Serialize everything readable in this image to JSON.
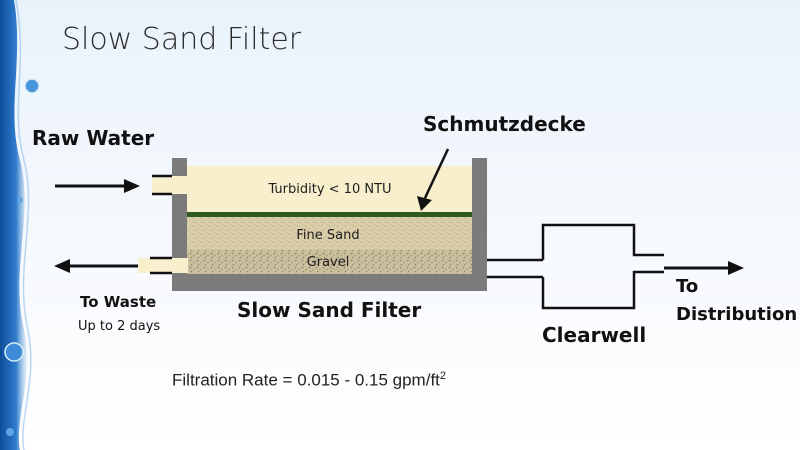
{
  "slide": {
    "title": "Slow Sand Filter"
  },
  "labels": {
    "raw_water": "Raw Water",
    "schmutzdecke": "Schmutzdecke",
    "turbidity": "Turbidity < 10 NTU",
    "fine_sand": "Fine Sand",
    "gravel": "Gravel",
    "to_waste": "To Waste",
    "up_to_2_days": "Up to 2 days",
    "slow_sand_filter": "Slow Sand Filter",
    "clearwell": "Clearwell",
    "to": "To",
    "distribution": "Distribution"
  },
  "filtration_rate": {
    "text": "Filtration Rate = 0.015 - 0.15 gpm/ft",
    "superscript": "2"
  },
  "colors": {
    "water": "#f8f0cd",
    "schmutzdecke_layer": "#2e5a1e",
    "sand": "#d9ccab",
    "gravel": "#c8bd9a",
    "tank_wall": "#7b7b7b",
    "ribbon_blue": "#1d63b3"
  }
}
